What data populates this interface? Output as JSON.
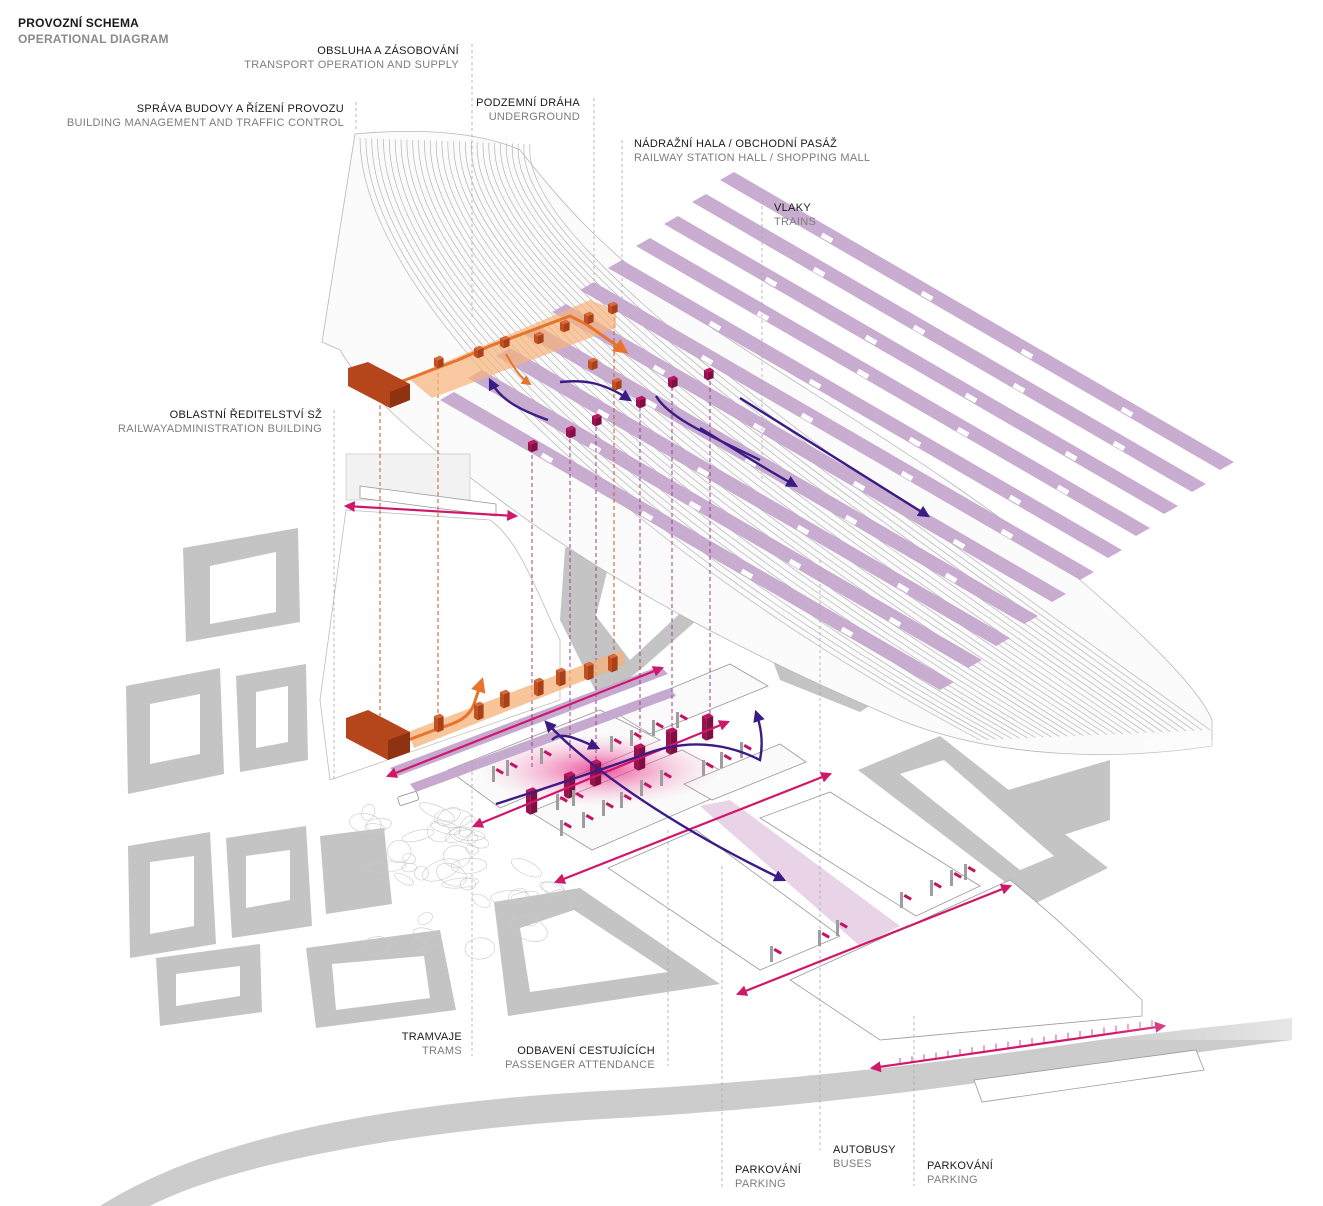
{
  "header": {
    "title_cz": "PROVOZNÍ SCHEMA",
    "title_en": "OPERATIONAL DIAGRAM"
  },
  "labels": {
    "supply": {
      "cz": "OBSLUHA A ZÁSOBOVÁNÍ",
      "en": "TRANSPORT OPERATION AND SUPPLY"
    },
    "management": {
      "cz": "SPRÁVA BUDOVY A ŘÍZENÍ PROVOZU",
      "en": "BUILDING MANAGEMENT AND TRAFFIC CONTROL"
    },
    "underground": {
      "cz": "PODZEMNÍ DRÁHA",
      "en": "UNDERGROUND"
    },
    "hall": {
      "cz": "NÁDRAŽNÍ HALA / OBCHODNÍ PASÁŽ",
      "en": "RAILWAY STATION HALL / SHOPPING MALL"
    },
    "trains": {
      "cz": "VLAKY",
      "en": "TRAINS"
    },
    "admin": {
      "cz": "OBLASTNÍ ŘEDITELSTVÍ SŽ",
      "en": "RAILWAYADMINISTRATION BUILDING"
    },
    "trams": {
      "cz": "TRAMVAJE",
      "en": "TRAMS"
    },
    "passenger": {
      "cz": "ODBAVENÍ CESTUJÍCÍCH",
      "en": "PASSENGER ATTENDANCE"
    },
    "parking1": {
      "cz": "PARKOVÁNÍ",
      "en": "PARKING"
    },
    "buses": {
      "cz": "AUTOBUSY",
      "en": "BUSES"
    },
    "parking2": {
      "cz": "PARKOVÁNÍ",
      "en": "PARKING"
    }
  },
  "colors": {
    "track_line": "#b5b5b5",
    "platform": "#c6a9cf",
    "block": "#bdbdbd",
    "orange": "#e8732a",
    "orange_dark": "#b5461c",
    "orange_light": "#f6b27a",
    "magenta": "#d0186b",
    "magenta_soft": "#f4a6c8",
    "purple": "#3b1c85",
    "leader": "#aaaaaa"
  },
  "icons": {
    "flow_arrow": "double-arrow-icon",
    "circulation_arrow": "curved-arrow-icon"
  }
}
